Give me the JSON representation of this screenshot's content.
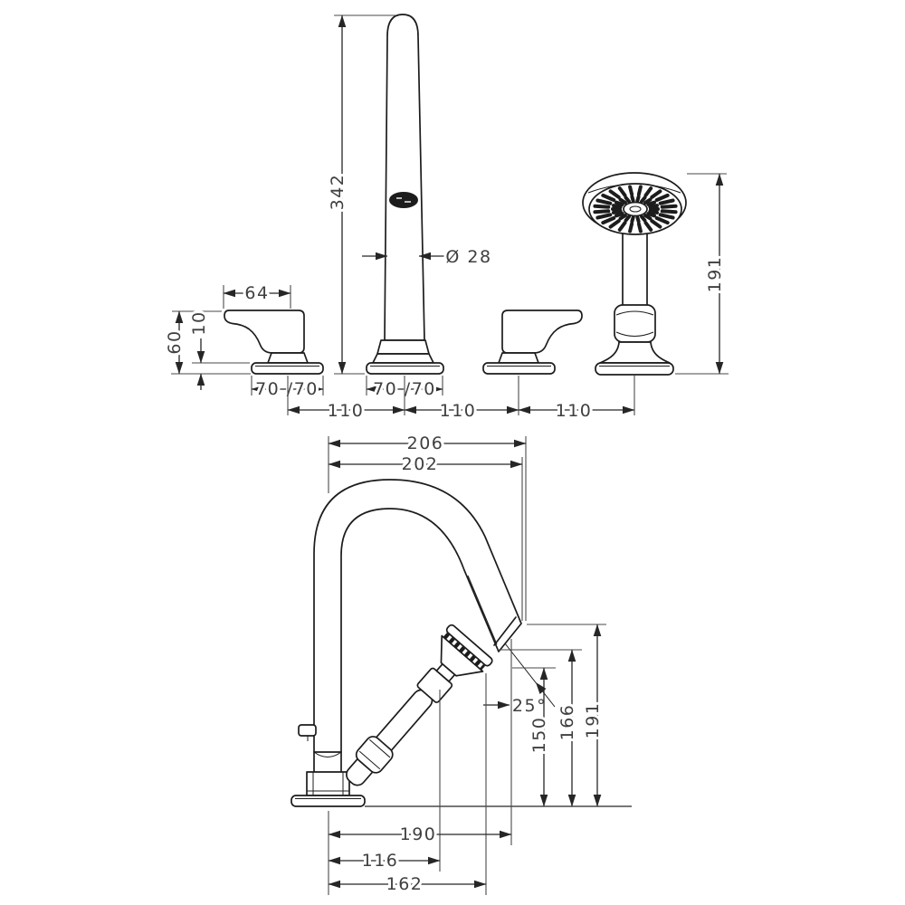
{
  "drawing": {
    "type": "technical-dimension-drawing",
    "product": "4-hole rim mounted bath mixer with hand shower",
    "colors": {
      "background": "#ffffff",
      "line": "#1c1c1c",
      "dimension_line": "#262626",
      "text": "#3f3f3f"
    },
    "dims": {
      "spout_height": "342",
      "spout_diameter": "Ø 28",
      "handle_length": "64",
      "handle_height": "60",
      "escutcheon_height": "10",
      "handle_escutcheon": "70 /70",
      "spout_escutcheon": "70 /70",
      "spacing_left": "110",
      "spacing_middle": "110",
      "spacing_right": "110",
      "handshower_height": "191",
      "reach_outer": "206",
      "reach_inner": "202",
      "handshower_angle": "25°",
      "outlet_height_inner": "150",
      "outlet_height_mid": "166",
      "outlet_height_outer": "191",
      "base_reach_spout_tip": "190",
      "base_reach_holder": "116",
      "base_reach_shower_face": "162"
    }
  }
}
